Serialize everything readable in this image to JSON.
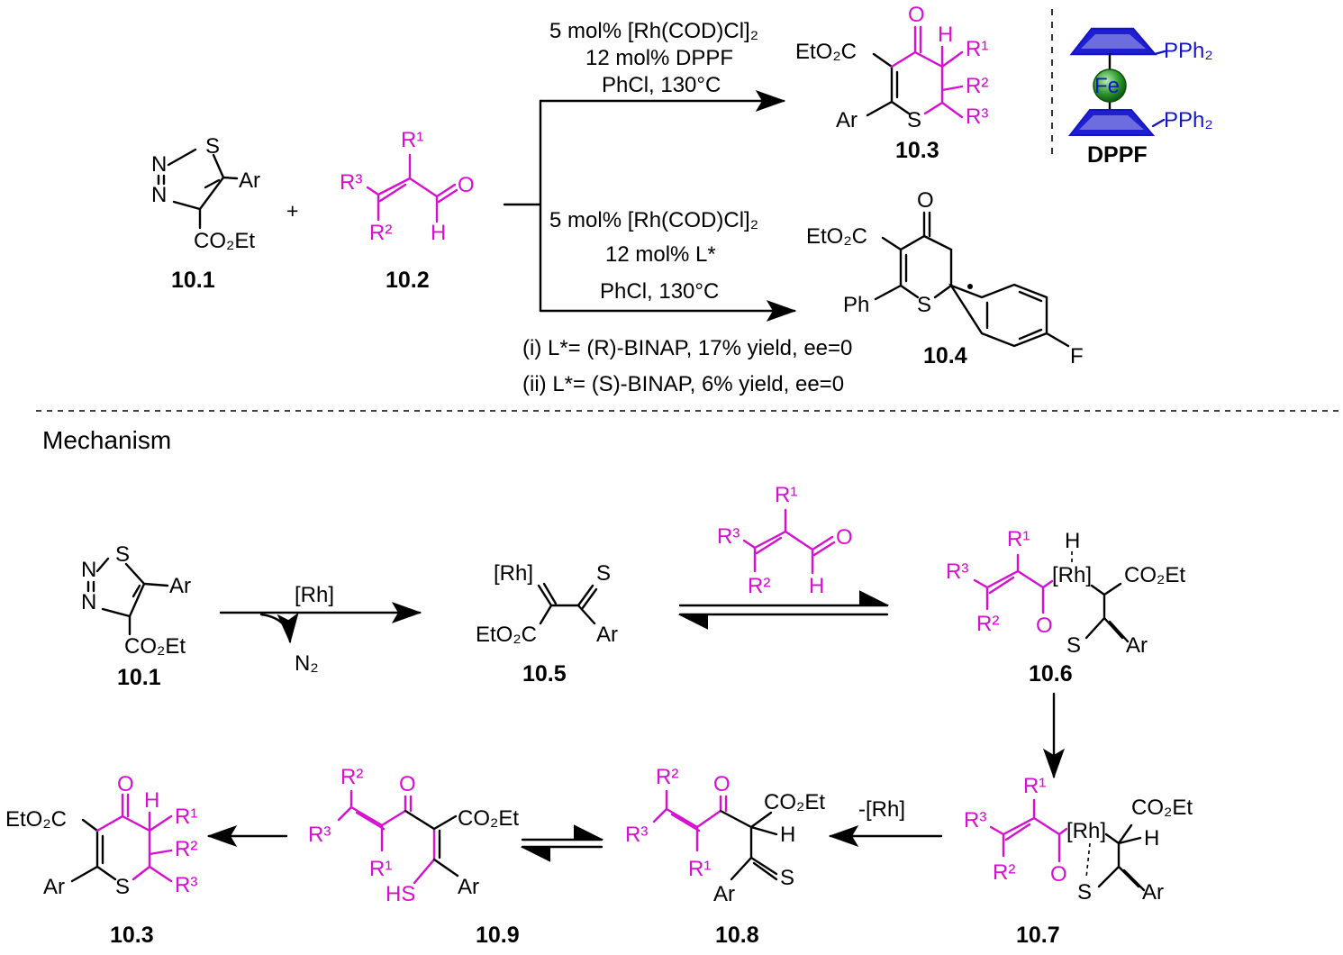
{
  "figure": {
    "section_title": "Mechanism",
    "compounds": {
      "c10_1": "10.1",
      "c10_2": "10.2",
      "c10_3": "10.3",
      "c10_4": "10.4",
      "c10_5": "10.5",
      "c10_6": "10.6",
      "c10_7": "10.7",
      "c10_8": "10.8",
      "c10_9": "10.9",
      "dppf": "DPPF"
    },
    "conditions_top": [
      "5 mol% [Rh(COD)Cl]₂",
      "12 mol% DPPF",
      "PhCl, 130°C"
    ],
    "conditions_bottom": [
      "5 mol% [Rh(COD)Cl]₂",
      "12 mol% L*",
      "PhCl, 130°C"
    ],
    "footnotes": [
      "(i) L*= (R)-BINAP, 17% yield, ee=0",
      "(ii) L*= (S)-BINAP, 6% yield, ee=0"
    ],
    "arrow_labels": {
      "rh": "[Rh]",
      "n2": "N₂",
      "minus_rh": "-[Rh]"
    },
    "plus": "+",
    "atoms": {
      "S": "S",
      "N": "N",
      "Ar": "Ar",
      "H": "H",
      "O": "O",
      "F": "F",
      "Fe": "Fe",
      "Ph": "Ph",
      "CO2Et": "CO₂Et",
      "EtO2C": "EtO₂C",
      "R1": "R¹",
      "R2": "R²",
      "R3": "R³",
      "PPh2": "PPh₂",
      "Rh": "[Rh]",
      "HS": "HS"
    }
  }
}
